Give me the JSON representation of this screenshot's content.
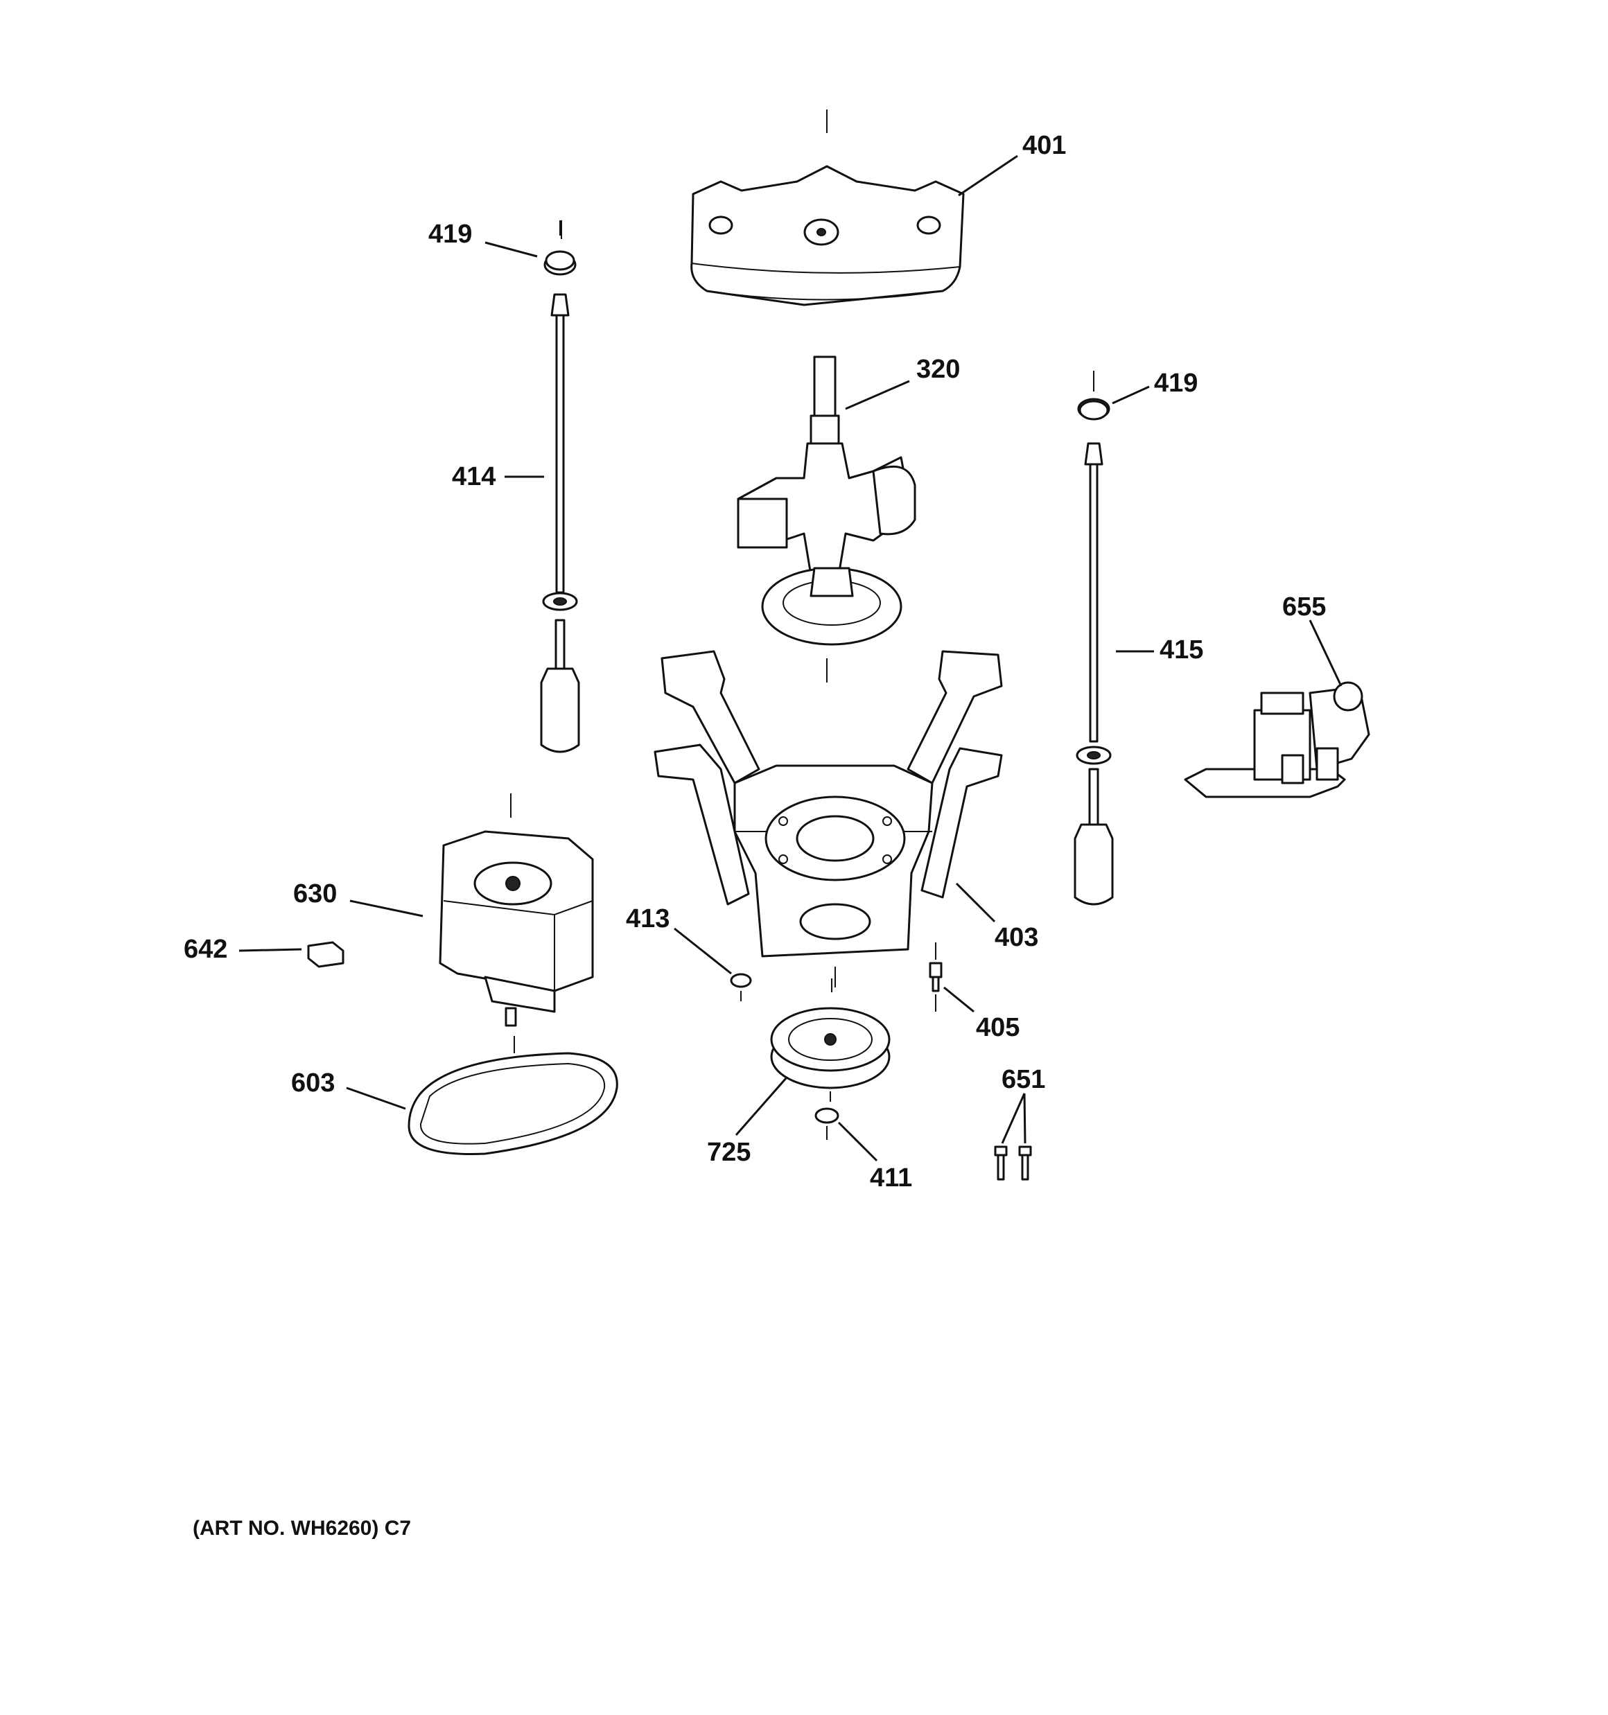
{
  "callouts": {
    "c401": "401",
    "c419a": "419",
    "c419b": "419",
    "c320": "320",
    "c414": "414",
    "c415": "415",
    "c655": "655",
    "c630": "630",
    "c642": "642",
    "c413": "413",
    "c403": "403",
    "c405": "405",
    "c651": "651",
    "c603": "603",
    "c725": "725",
    "c411": "411"
  },
  "caption": "(ART NO. WH6260) C7",
  "colors": {
    "ink": "#111111",
    "background": "#ffffff"
  }
}
